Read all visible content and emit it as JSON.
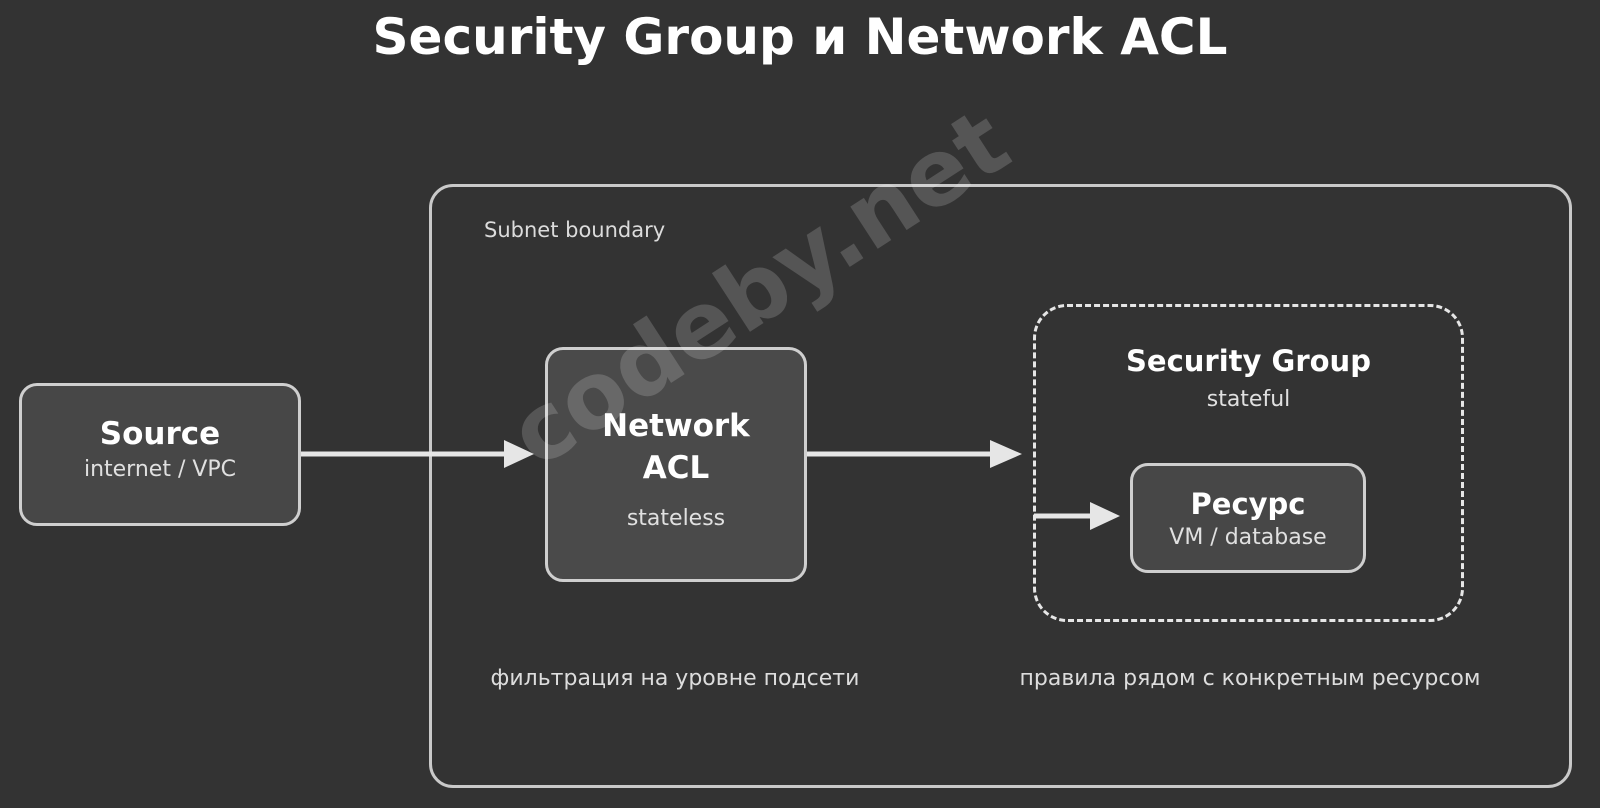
{
  "title": "Security Group и Network ACL",
  "subnet": {
    "label": "Subnet boundary"
  },
  "nodes": {
    "source": {
      "title": "Source",
      "subtitle": "internet / VPC"
    },
    "network_acl": {
      "title": "Network ACL",
      "subtitle": "stateless"
    },
    "security_group": {
      "title": "Security Group",
      "subtitle": "stateful"
    },
    "resource": {
      "title": "Ресурс",
      "subtitle": "VM / database"
    }
  },
  "captions": {
    "left": "фильтрация на уровне подсети",
    "right": "правила рядом с конкретным ресурсом"
  },
  "edges": [
    {
      "from": "Source",
      "to": "Network ACL"
    },
    {
      "from": "Network ACL",
      "to": "Security Group"
    },
    {
      "from": "Security Group",
      "to": "Ресурс"
    }
  ],
  "watermark": "codeby.net",
  "colors": {
    "background": "#333333",
    "node_fill": "#474747",
    "stroke": "#d8d8d8",
    "text": "#ffffff"
  }
}
